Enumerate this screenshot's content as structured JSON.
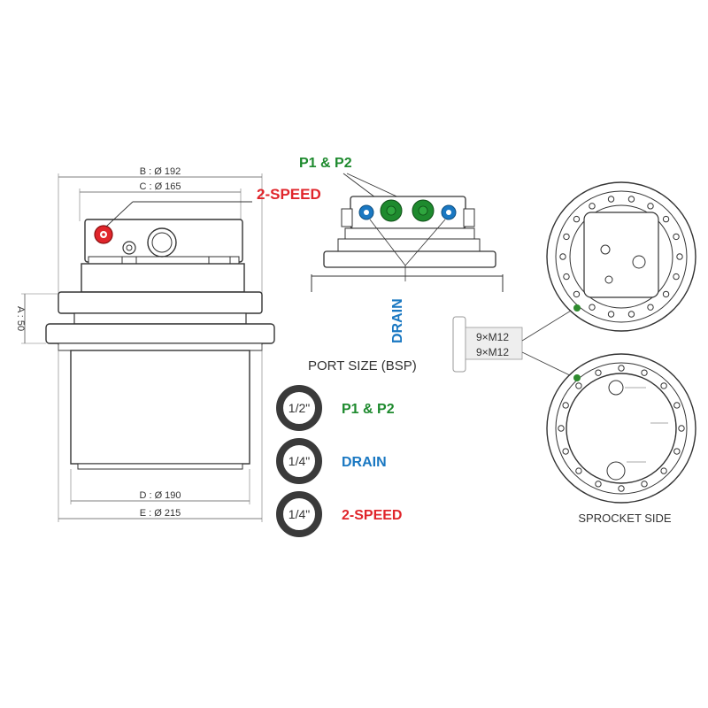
{
  "colors": {
    "p1p2": "#1e8a2e",
    "drain": "#1a78c2",
    "speed": "#e0252b",
    "line": "#333333",
    "bolt_dot": "#2e8b2e"
  },
  "dimensions": {
    "b": "B : Ø 192",
    "c": "C : Ø 165",
    "a": "A : 50",
    "d": "D : Ø 190",
    "e": "E : Ø 215"
  },
  "callouts": {
    "p1p2": "P1 & P2",
    "two_speed": "2-SPEED",
    "drain": "DRAIN"
  },
  "port_size": {
    "title": "PORT SIZE (BSP)",
    "rows": [
      {
        "size": "1/2\"",
        "label": "P1 & P2"
      },
      {
        "size": "1/4\"",
        "label": "DRAIN"
      },
      {
        "size": "1/4\"",
        "label": "2-SPEED"
      }
    ]
  },
  "bolts": {
    "top": "9×M12",
    "bottom": "9×M12"
  },
  "sprocket_side": "SPROCKET SIDE"
}
